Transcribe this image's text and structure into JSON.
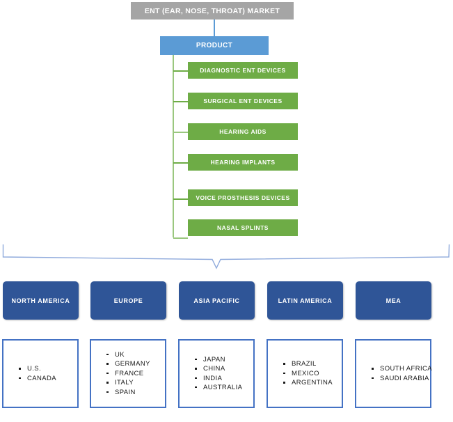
{
  "diagram": {
    "root": {
      "label": "ENT (EAR, NOSE, THROAT) MARKET",
      "color": "#a5a5a5"
    },
    "segment": {
      "label": "PRODUCT",
      "color": "#5b9bd5"
    },
    "product_types": [
      {
        "label": "DIAGNOSTIC ENT DEVICES"
      },
      {
        "label": "SURGICAL ENT DEVICES"
      },
      {
        "label": "HEARING AIDS"
      },
      {
        "label": "HEARING IMPLANTS"
      },
      {
        "label": "VOICE PROSTHESIS DEVICES"
      },
      {
        "label": "NASAL SPLINTS"
      }
    ],
    "product_color": "#6eac46",
    "region_color": "#2f5597",
    "country_border_color": "#4472c4",
    "regions": [
      {
        "label": "NORTH AMERICA",
        "countries": [
          "U.S.",
          "CANADA"
        ]
      },
      {
        "label": "EUROPE",
        "countries": [
          "UK",
          "GERMANY",
          "FRANCE",
          "ITALY",
          "SPAIN"
        ]
      },
      {
        "label": "ASIA PACIFIC",
        "countries": [
          "JAPAN",
          "CHINA",
          "INDIA",
          "AUSTRALIA"
        ]
      },
      {
        "label": "LATIN AMERICA",
        "countries": [
          "BRAZIL",
          "MEXICO",
          "ARGENTINA"
        ]
      },
      {
        "label": "MEA",
        "countries": [
          "SOUTH AFRICA",
          "SAUDI ARABIA"
        ]
      }
    ]
  }
}
